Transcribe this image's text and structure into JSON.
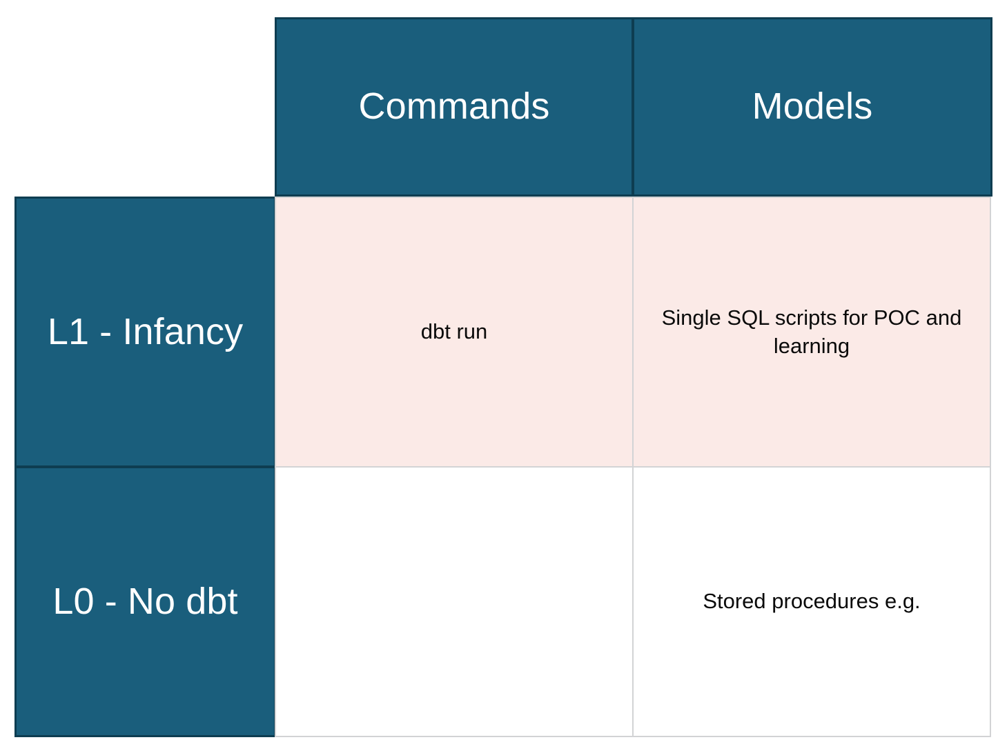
{
  "table": {
    "corner_label": "",
    "column_headers": [
      {
        "id": "commands",
        "label": "Commands"
      },
      {
        "id": "models",
        "label": "Models"
      }
    ],
    "rows": [
      {
        "id": "l1",
        "header": "L1 - Infancy",
        "cells": [
          {
            "column": "commands",
            "text": "dbt run"
          },
          {
            "column": "models",
            "text": "Single SQL scripts for POC and learning"
          }
        ]
      },
      {
        "id": "l0",
        "header": "L0 - No dbt",
        "cells": [
          {
            "column": "commands",
            "text": ""
          },
          {
            "column": "models",
            "text": "Stored procedures e.g."
          }
        ]
      }
    ]
  },
  "colors": {
    "header_fill": "#1a5e7c",
    "header_stroke": "#0e3d51",
    "header_text": "#ffffff",
    "row_l1_fill": "#fbeae7",
    "row_l0_fill": "#ffffff",
    "body_border": "#d2d3d5",
    "body_text": "#0a0a0a",
    "page_background": "#ffffff"
  }
}
